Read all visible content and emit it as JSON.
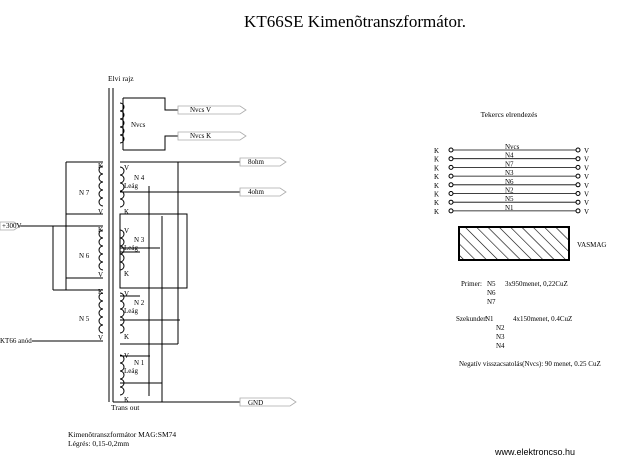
{
  "title": "KT66SE Kimenõtranszformátor.",
  "schematic": {
    "heading": "Elvi rajz",
    "windings": {
      "nvcs": "Nvcs",
      "n7": "N 7",
      "n6": "N 6",
      "n5": "N 5",
      "n4": "N 4",
      "n3": "N 3",
      "n2": "N 2",
      "n1": "N 1",
      "leag": "Leág"
    },
    "pins": {
      "k": "K",
      "v": "V"
    },
    "outputs": {
      "nvcs_v": "Nvcs V",
      "nvcs_k": "Nvcs K",
      "ohm8": "8ohm",
      "ohm4": "4ohm",
      "gnd": "GND"
    },
    "inputs": {
      "b_plus": "+300V",
      "anode": "KT66 anód"
    },
    "trans_out": "Trans out",
    "footer_line1": "Kimenõtranszformátor  MAG:SM74",
    "footer_line2": "Légrés: 0,15-0,2mm"
  },
  "arrangement": {
    "heading": "Tekercs elrendezés",
    "left_pin": "K",
    "right_pin": "V",
    "rows": [
      "Nvcs",
      "N4",
      "N7",
      "N3",
      "N6",
      "N2",
      "N5",
      "N1"
    ],
    "core_label": "VASMAG"
  },
  "specs": {
    "primer_label": "Primer:",
    "primer_lines": [
      "N5",
      "N6",
      "N7"
    ],
    "primer_value": "3x950menet, 0,22CuZ",
    "secondary_label": "Szekunder:",
    "secondary_lines": [
      "N1",
      "N2",
      "N3",
      "N4"
    ],
    "secondary_value": "4x150menet, 0.4CuZ",
    "feedback": "Negatív visszacsatolás(Nvcs): 90 menet, 0.25 CuZ"
  },
  "website": "www.elektroncso.hu"
}
